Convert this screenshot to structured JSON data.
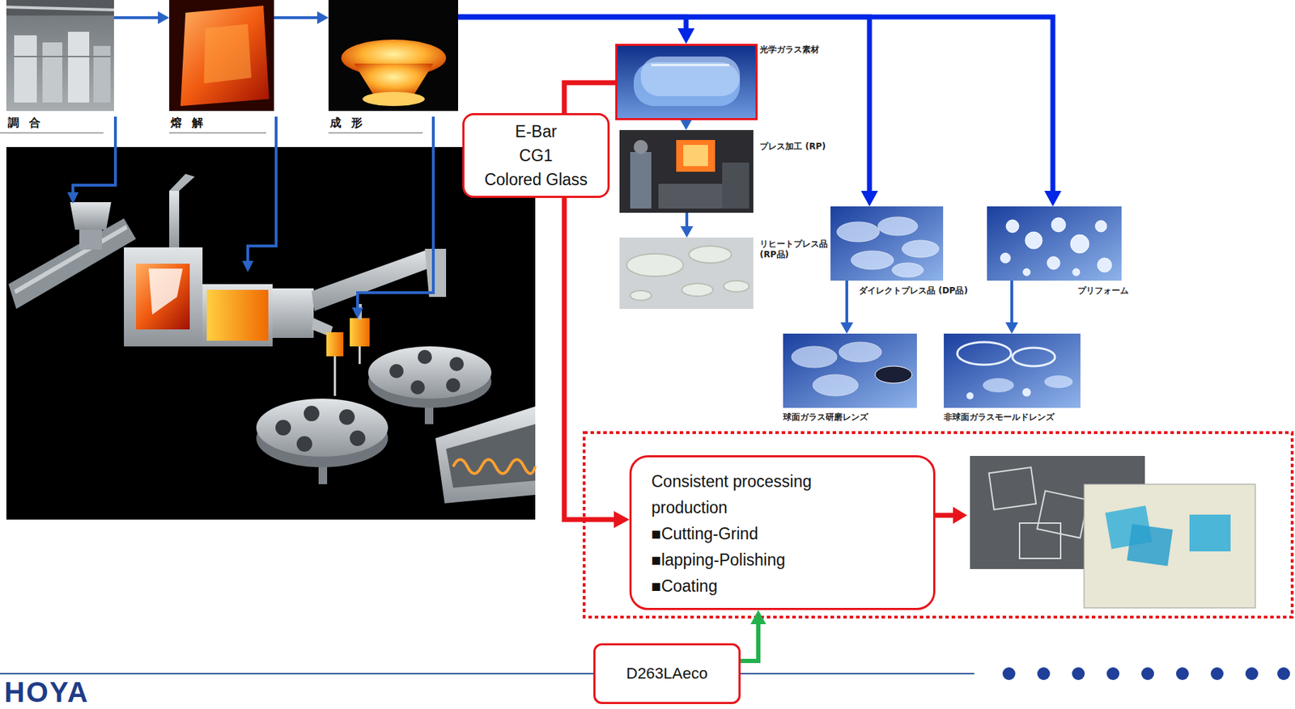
{
  "diagram": {
    "nodes": [
      {
        "text": [
          "調合"
        ]
      },
      {
        "text": [
          "熔解"
        ]
      },
      {
        "text": [
          "成形"
        ]
      },
      {
        "text": [
          "光学ガラス素材"
        ]
      },
      {
        "text": [
          "プレス加工 (RP)"
        ]
      },
      {
        "text": [
          "リヒートプレス品 (RP品)"
        ]
      },
      {
        "text": [
          "ダイレクトプレス品 (DP品)"
        ]
      },
      {
        "text": [
          "プリフォーム"
        ]
      },
      {
        "text": [
          "球面ガラス研磨レンズ"
        ]
      },
      {
        "text": [
          "非球面ガラスモールドレンズ"
        ]
      },
      {
        "text": [
          "E-Bar",
          "CG1",
          "Colored Glass"
        ]
      },
      {
        "text": [
          "Consistent processing production",
          "■Cutting-Grind",
          "■lapping-Polishing",
          "■Coating"
        ]
      },
      {
        "text": [
          "D263LAeco"
        ]
      }
    ],
    "edges": [
      {
        "from": 0,
        "to": 1,
        "arrow": "to"
      },
      {
        "from": 1,
        "to": 2,
        "arrow": "to"
      },
      {
        "from": 2,
        "to": 3,
        "arrow": "to"
      },
      {
        "from": 2,
        "to": 6,
        "arrow": "to"
      },
      {
        "from": 2,
        "to": 7,
        "arrow": "to"
      },
      {
        "from": 3,
        "to": 4,
        "arrow": "to"
      },
      {
        "from": 4,
        "to": 5,
        "arrow": "to"
      },
      {
        "from": 6,
        "to": 8,
        "arrow": "to"
      },
      {
        "from": 7,
        "to": 9,
        "arrow": "to"
      },
      {
        "from": 3,
        "to": 10,
        "arrow": "none"
      },
      {
        "from": 10,
        "to": 11,
        "arrow": "to"
      },
      {
        "from": 12,
        "to": 11,
        "arrow": "to"
      }
    ],
    "labels": [
      "HOYA"
    ]
  }
}
